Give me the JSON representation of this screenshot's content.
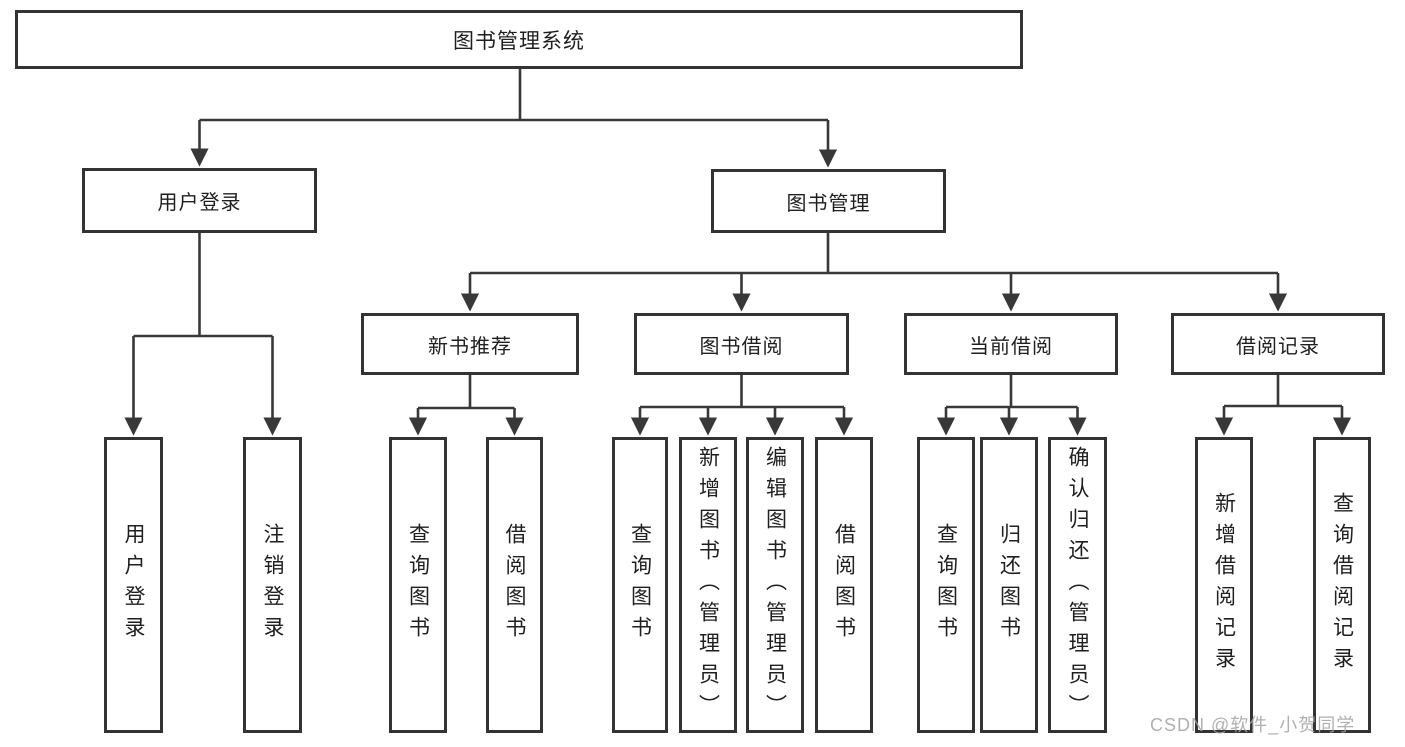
{
  "tree": {
    "root": {
      "label": "图书管理系统"
    },
    "branches": [
      {
        "label": "用户登录",
        "children": [
          {
            "label": "用户登录"
          },
          {
            "label": "注销登录"
          }
        ]
      },
      {
        "label": "图书管理",
        "children": [
          {
            "label": "新书推荐",
            "children": [
              {
                "label": "查询图书"
              },
              {
                "label": "借阅图书"
              }
            ]
          },
          {
            "label": "图书借阅",
            "children": [
              {
                "label": "查询图书"
              },
              {
                "label": "新增图书（管理员）"
              },
              {
                "label": "编辑图书（管理员）"
              },
              {
                "label": "借阅图书"
              }
            ]
          },
          {
            "label": "当前借阅",
            "children": [
              {
                "label": "查询图书"
              },
              {
                "label": "归还图书"
              },
              {
                "label": "确认归还（管理员）"
              }
            ]
          },
          {
            "label": "借阅记录",
            "children": [
              {
                "label": "新增借阅记录"
              },
              {
                "label": "查询借阅记录"
              }
            ]
          }
        ]
      }
    ]
  },
  "watermark": {
    "text": "CSDN @软件_小贺同学"
  },
  "colors": {
    "line": "#383838",
    "box_border": "#333333",
    "text": "#1f1f1f",
    "background": "#ffffff",
    "watermark": "#a3a3a3"
  }
}
